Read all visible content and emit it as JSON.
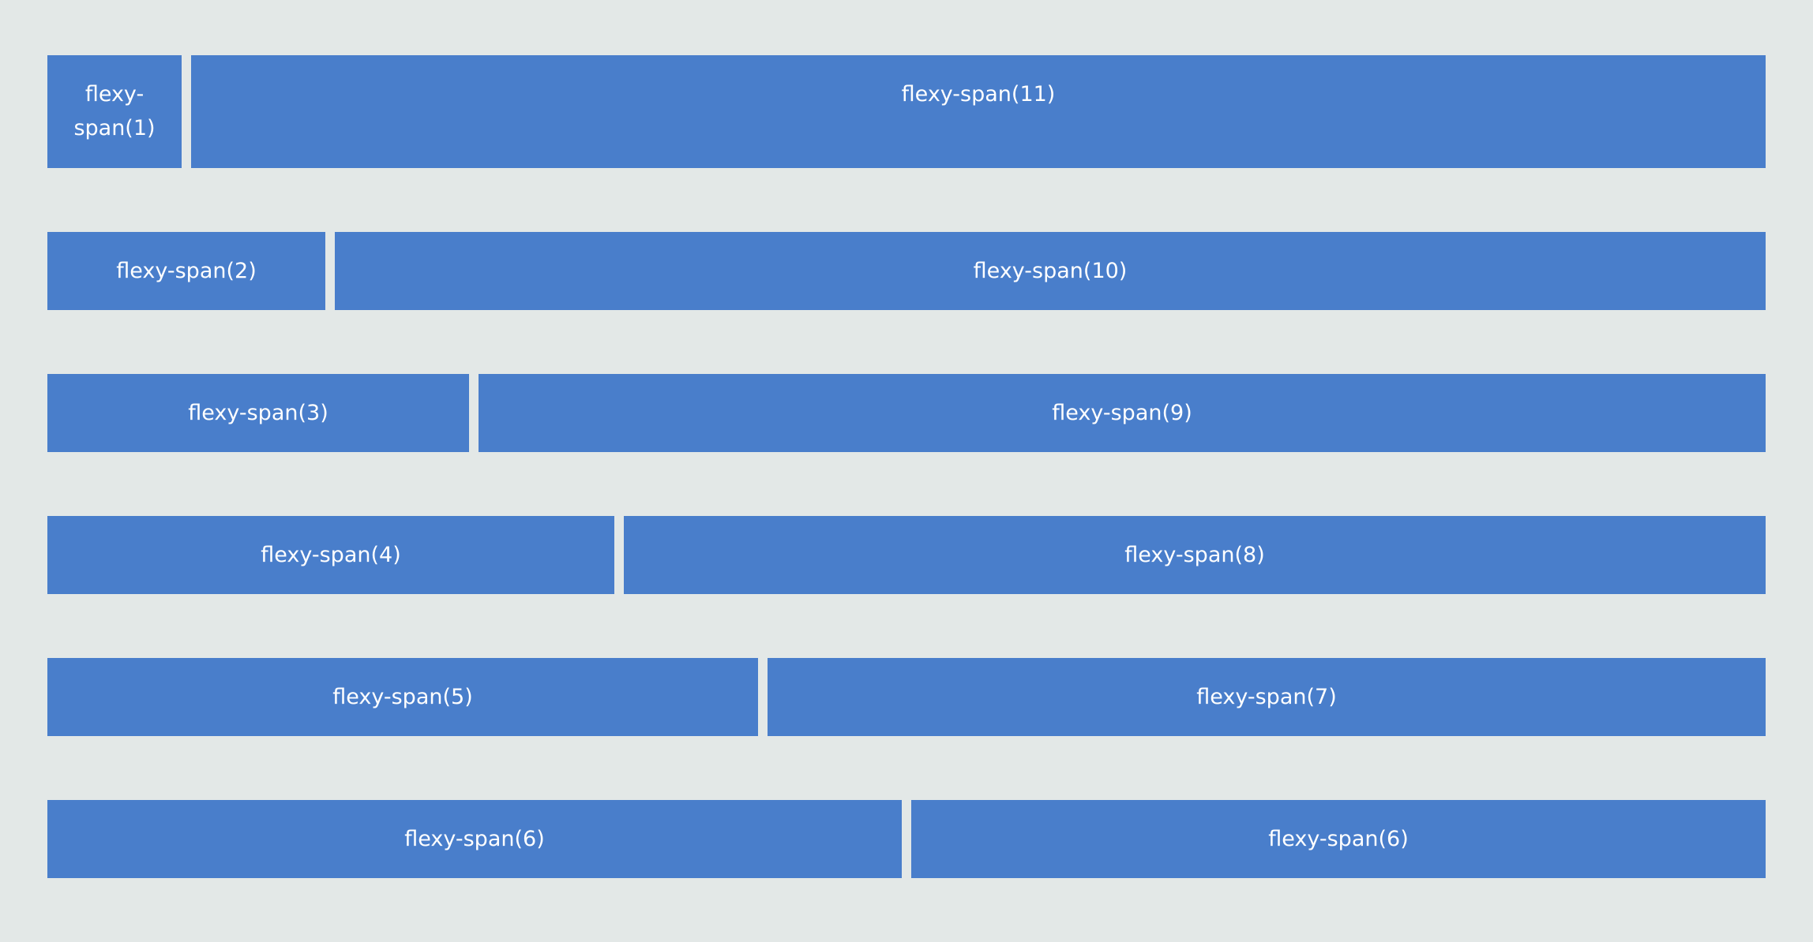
{
  "rows": [
    {
      "left": "flexy-span(1)",
      "right": "flexy-span(11)"
    },
    {
      "left": "flexy-span(2)",
      "right": "flexy-span(10)"
    },
    {
      "left": "flexy-span(3)",
      "right": "flexy-span(9)"
    },
    {
      "left": "flexy-span(4)",
      "right": "flexy-span(8)"
    },
    {
      "left": "flexy-span(5)",
      "right": "flexy-span(7)"
    },
    {
      "left": "flexy-span(6)",
      "right": "flexy-span(6)"
    }
  ]
}
